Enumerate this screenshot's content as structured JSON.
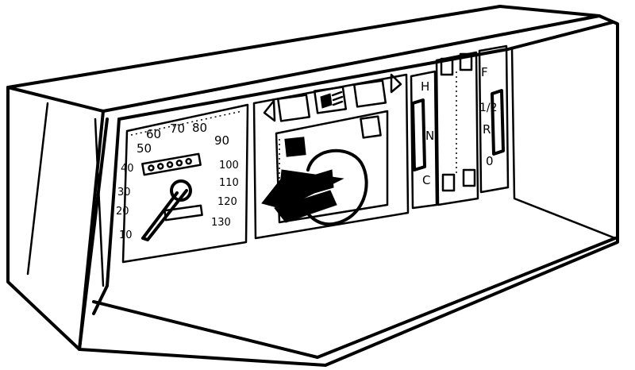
{
  "speedometer": {
    "labels_outer": [
      "50",
      "60",
      "70",
      "80",
      "90"
    ],
    "labels_right": [
      "100",
      "110",
      "120",
      "130"
    ],
    "labels_left": [
      "40",
      "30",
      "20",
      "10"
    ]
  },
  "temperature_gauge": {
    "high": "H",
    "normal": "N",
    "cold": "C"
  },
  "fuel_gauge": {
    "full": "F",
    "half": "1/2",
    "reserve": "R",
    "empty": "0"
  },
  "colors": {
    "ink": "#000000",
    "paper": "#ffffff"
  }
}
